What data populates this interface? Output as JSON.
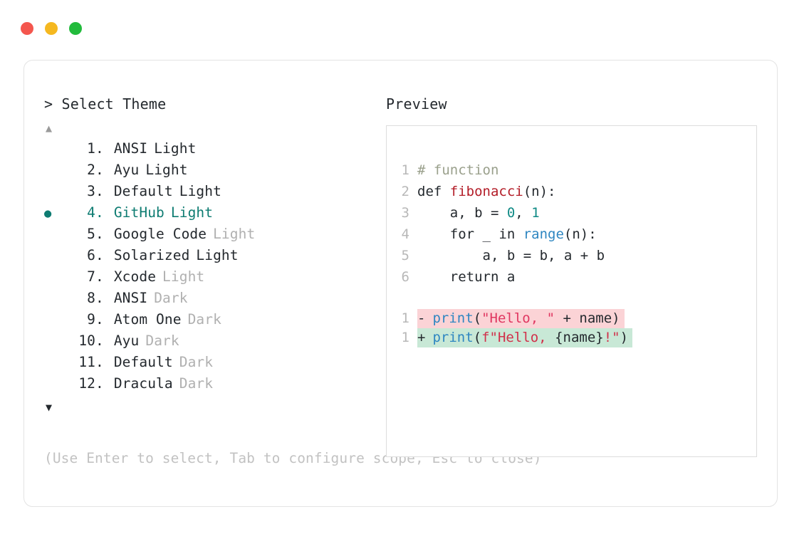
{
  "window": {
    "dots": [
      {
        "name": "close-dot",
        "color": "#f4564e"
      },
      {
        "name": "minimize-dot",
        "color": "#f5b820"
      },
      {
        "name": "maximize-dot",
        "color": "#22bb3c"
      }
    ]
  },
  "chooser": {
    "prompt": "> Select Theme",
    "scroll_up_icon": "▲",
    "scroll_down_icon": "▼",
    "selected_index": 4,
    "selected_bullet": "●",
    "accent_color": "#0e7c72",
    "muted_color": "#b0b0b0",
    "items": [
      {
        "index": "1",
        "dot": ".",
        "name": "ANSI",
        "variant": "Light",
        "variant_muted": false,
        "selected": false
      },
      {
        "index": "2",
        "dot": ".",
        "name": "Ayu",
        "variant": "Light",
        "variant_muted": false,
        "selected": false
      },
      {
        "index": "3",
        "dot": ".",
        "name": "Default",
        "variant": "Light",
        "variant_muted": false,
        "selected": false
      },
      {
        "index": "4",
        "dot": ".",
        "name": "GitHub",
        "variant": "Light",
        "variant_muted": false,
        "selected": true
      },
      {
        "index": "5",
        "dot": ".",
        "name": "Google Code",
        "variant": "Light",
        "variant_muted": true,
        "selected": false
      },
      {
        "index": "6",
        "dot": ".",
        "name": "Solarized",
        "variant": "Light",
        "variant_muted": false,
        "selected": false
      },
      {
        "index": "7",
        "dot": ".",
        "name": "Xcode",
        "variant": "Light",
        "variant_muted": true,
        "selected": false
      },
      {
        "index": "8",
        "dot": ".",
        "name": "ANSI",
        "variant": "Dark",
        "variant_muted": true,
        "selected": false
      },
      {
        "index": "9",
        "dot": ".",
        "name": "Atom One",
        "variant": "Dark",
        "variant_muted": true,
        "selected": false
      },
      {
        "index": "10",
        "dot": ".",
        "name": "Ayu",
        "variant": "Dark",
        "variant_muted": true,
        "selected": false
      },
      {
        "index": "11",
        "dot": ".",
        "name": "Default",
        "variant": "Dark",
        "variant_muted": true,
        "selected": false
      },
      {
        "index": "12",
        "dot": ".",
        "name": "Dracula",
        "variant": "Dark",
        "variant_muted": true,
        "selected": false
      }
    ]
  },
  "hint": "(Use Enter to select, Tab to configure scope, Esc to close)",
  "preview": {
    "label": "Preview",
    "code_lines": [
      {
        "lineno": "1",
        "tokens": [
          {
            "text": "# function",
            "cls": "t-com"
          }
        ]
      },
      {
        "lineno": "2",
        "tokens": [
          {
            "text": "def ",
            "cls": "t-kw"
          },
          {
            "text": "fibonacci",
            "cls": "t-fn"
          },
          {
            "text": "(n):",
            "cls": "t-punc"
          }
        ]
      },
      {
        "lineno": "3",
        "tokens": [
          {
            "text": "    a, b = ",
            "cls": "t-plain"
          },
          {
            "text": "0",
            "cls": "t-num"
          },
          {
            "text": ", ",
            "cls": "t-plain"
          },
          {
            "text": "1",
            "cls": "t-num"
          }
        ]
      },
      {
        "lineno": "4",
        "tokens": [
          {
            "text": "    for _ in ",
            "cls": "t-plain"
          },
          {
            "text": "range",
            "cls": "t-blue"
          },
          {
            "text": "(n):",
            "cls": "t-punc"
          }
        ]
      },
      {
        "lineno": "5",
        "tokens": [
          {
            "text": "        a, b = b, a + b",
            "cls": "t-plain"
          }
        ]
      },
      {
        "lineno": "6",
        "tokens": [
          {
            "text": "    return a",
            "cls": "t-plain"
          }
        ]
      }
    ],
    "diff_lines": [
      {
        "lineno": "1",
        "marker": "-",
        "kind": "del",
        "bg": "#fbd3d6",
        "tokens": [
          {
            "text": "print",
            "cls": "t-blue"
          },
          {
            "text": "(",
            "cls": "t-punc"
          },
          {
            "text": "\"Hello, \"",
            "cls": "t-str"
          },
          {
            "text": " + name)",
            "cls": "t-plain"
          }
        ]
      },
      {
        "lineno": "1",
        "marker": "+",
        "kind": "add",
        "bg": "#c8e8d6",
        "tokens": [
          {
            "text": "print",
            "cls": "t-blue"
          },
          {
            "text": "(",
            "cls": "t-punc"
          },
          {
            "text": "f\"Hello, ",
            "cls": "t-strd"
          },
          {
            "text": "{name}",
            "cls": "t-plain"
          },
          {
            "text": "!\"",
            "cls": "t-strd"
          },
          {
            "text": ")",
            "cls": "t-punc"
          }
        ]
      }
    ]
  }
}
